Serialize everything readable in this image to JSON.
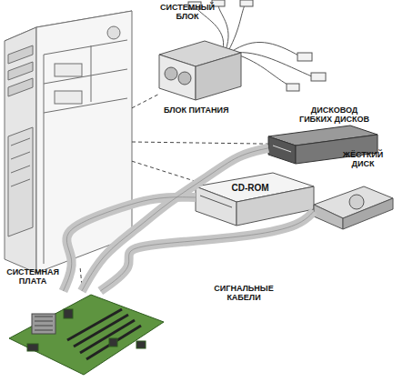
{
  "diagram": {
    "nodes": [
      {
        "text": [
          "СИСТЕМНЫЙ БЛОК"
        ]
      },
      {
        "text": [
          "БЛОК ПИТАНИЯ"
        ]
      },
      {
        "text": [
          "ДИСКОВОД ГИБКИХ ДИСКОВ"
        ]
      },
      {
        "text": [
          "CD-ROM"
        ]
      },
      {
        "text": [
          "ЖЁСТКИЙ ДИСК"
        ]
      },
      {
        "text": [
          "СИСТЕМНАЯ ПЛАТА"
        ]
      }
    ],
    "edges": [
      {
        "from": 0,
        "to": 1,
        "arrow": "none"
      },
      {
        "from": 0,
        "to": 2,
        "arrow": "none"
      },
      {
        "from": 0,
        "to": 3,
        "arrow": "none"
      },
      {
        "from": 0,
        "to": 5,
        "arrow": "none"
      },
      {
        "from": 5,
        "to": 3,
        "arrow": "none"
      },
      {
        "from": 5,
        "to": 2,
        "arrow": "none"
      },
      {
        "from": 5,
        "to": 4,
        "arrow": "none"
      }
    ],
    "labels": [
      "СИГНАЛЬНЫЕ КАБЕЛИ"
    ]
  }
}
